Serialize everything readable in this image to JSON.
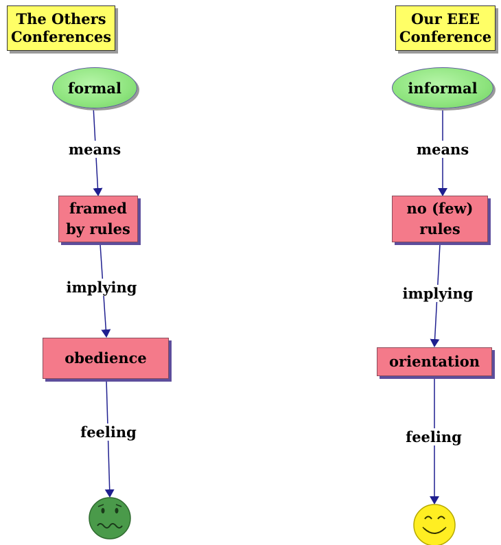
{
  "left": {
    "title_line1": "The Others",
    "title_line2": "Conferences",
    "top_node": "formal",
    "link1": "means",
    "mid_node_line1": "framed",
    "mid_node_line2": "by rules",
    "link2": "implying",
    "bottom_node": "obedience",
    "link3": "feeling",
    "face": "sad-face-icon"
  },
  "right": {
    "title_line1": "Our EEE",
    "title_line2": "Conference",
    "top_node": "informal",
    "link1": "means",
    "mid_node_line1": "no (few)",
    "mid_node_line2": "rules",
    "link2": "implying",
    "bottom_node": "orientation",
    "link3": "feeling",
    "face": "smiley-face-icon"
  },
  "colors": {
    "title_fill": "#ffff66",
    "ellipse_fill": "#8ee47e",
    "rect_fill": "#f47a8a",
    "rect_shadow": "#5d4e9c",
    "arrow": "#1f1f8f",
    "sad_face": "#4a9a4a",
    "happy_face": "#ffee22"
  }
}
